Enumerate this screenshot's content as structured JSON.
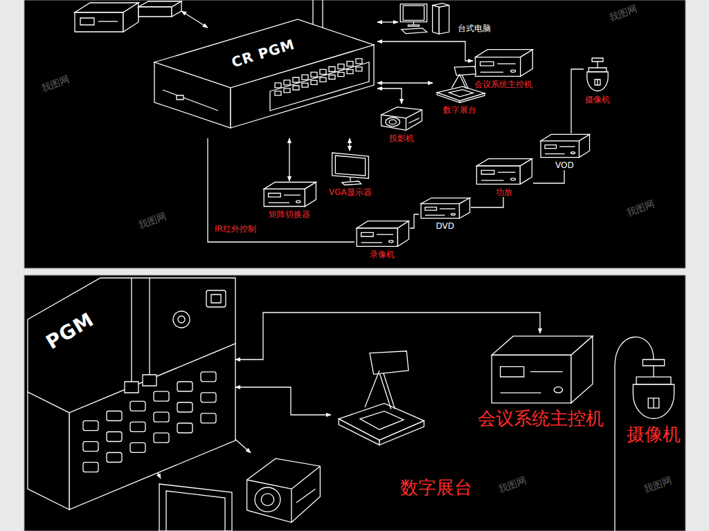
{
  "diagram": {
    "nodes": [
      {
        "text": [
          "CR PGM"
        ]
      },
      {
        "text": [
          "台式电脑"
        ]
      },
      {
        "text": [
          "会议系统主控机"
        ]
      },
      {
        "text": [
          "摄像机"
        ]
      },
      {
        "text": [
          "数字展台"
        ]
      },
      {
        "text": [
          "投影机"
        ]
      },
      {
        "text": [
          "VGA显示器"
        ]
      },
      {
        "text": [
          "矩阵切换器"
        ]
      },
      {
        "text": [
          "VOD"
        ]
      },
      {
        "text": [
          "功放"
        ]
      },
      {
        "text": [
          "DVD"
        ]
      },
      {
        "text": [
          "录像机"
        ]
      },
      {
        "text": [
          "PGM"
        ]
      },
      {
        "text": [
          "会议系统主控机"
        ]
      },
      {
        "text": [
          "摄像机"
        ]
      },
      {
        "text": [
          "数字展台"
        ]
      }
    ],
    "edges": [
      {
        "from": 0,
        "to": 1,
        "arrow": "both"
      },
      {
        "from": 0,
        "to": 2,
        "arrow": "both"
      },
      {
        "from": 0,
        "to": 4,
        "arrow": "both"
      },
      {
        "from": 0,
        "to": 5,
        "arrow": "both"
      },
      {
        "from": 0,
        "to": 6,
        "arrow": "both"
      },
      {
        "from": 0,
        "to": 7,
        "arrow": "both"
      },
      {
        "from": 0,
        "to": 11,
        "arrow": "none"
      },
      {
        "from": 11,
        "to": 10,
        "arrow": "none"
      },
      {
        "from": 10,
        "to": 9,
        "arrow": "none"
      },
      {
        "from": 9,
        "to": 8,
        "arrow": "none"
      },
      {
        "from": 3,
        "to": 8,
        "arrow": "none"
      },
      {
        "from": 12,
        "to": 13,
        "arrow": "both"
      },
      {
        "from": 12,
        "to": 15,
        "arrow": "both"
      }
    ],
    "labels": [
      "IR红外控制",
      "我图网",
      "我图网",
      "我图网",
      "我图网",
      "我图网",
      "我图网"
    ]
  }
}
